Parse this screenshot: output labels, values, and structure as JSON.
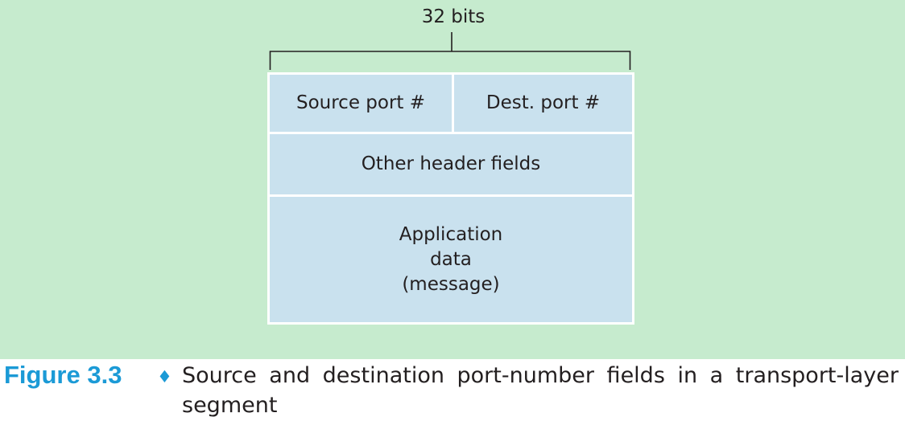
{
  "diagram": {
    "width_label": "32 bits",
    "fields": {
      "source_port": "Source port #",
      "dest_port": "Dest. port #",
      "other_header": "Other header fields",
      "application_data": [
        "Application",
        "data",
        "(message)"
      ]
    },
    "colors": {
      "background": "#c6ebce",
      "field_fill": "#c9e1ee",
      "field_border": "#ffffff",
      "text": "#231f20"
    }
  },
  "caption": {
    "label": "Figure 3.3",
    "bullet": "♦",
    "text": "Source and destination port-number fields in a transport-layer segment",
    "label_color": "#1b9ad6"
  }
}
